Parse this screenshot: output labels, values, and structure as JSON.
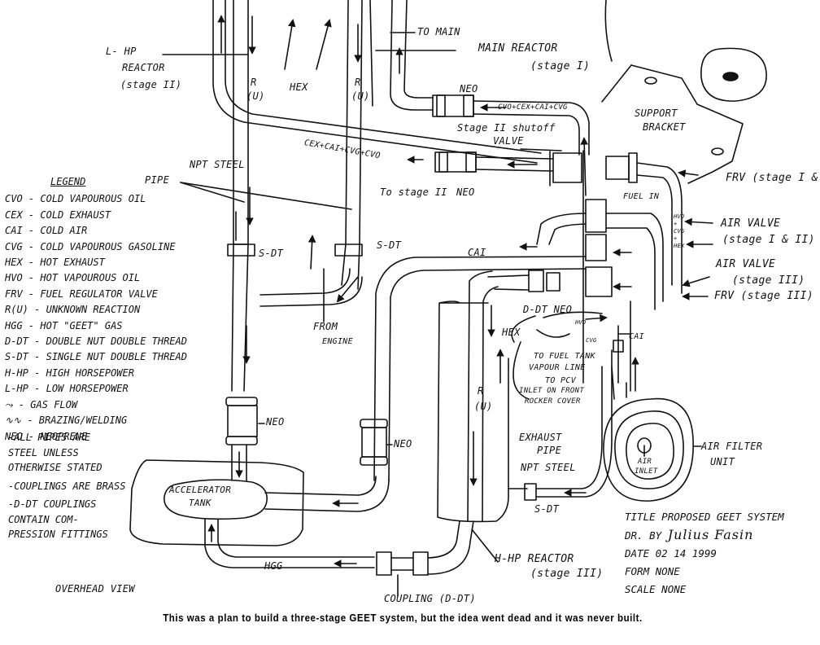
{
  "diagram": {
    "title": "Proposed GEET System",
    "view": "Overhead view",
    "caption": "This was a plan to build a three-stage GEET system, but the idea went dead and it was never built."
  },
  "legend": {
    "title": "Legend",
    "items": [
      {
        "abbr": "CVO",
        "meaning": "Cold vapourous oil"
      },
      {
        "abbr": "CEX",
        "meaning": "Cold exhaust"
      },
      {
        "abbr": "CAI",
        "meaning": "Cold air"
      },
      {
        "abbr": "CVG",
        "meaning": "Cold vapourous gasoline"
      },
      {
        "abbr": "HEX",
        "meaning": "Hot exhaust"
      },
      {
        "abbr": "HVO",
        "meaning": "Hot vapourous oil"
      },
      {
        "abbr": "FRV",
        "meaning": "Fuel regulator valve"
      },
      {
        "abbr": "R(u)",
        "meaning": "Unknown reaction"
      },
      {
        "abbr": "HGG",
        "meaning": "Hot \"GEET\" gas"
      },
      {
        "abbr": "D-DT",
        "meaning": "Double nut double thread"
      },
      {
        "abbr": "S-DT",
        "meaning": "Single nut double thread"
      },
      {
        "abbr": "H-HP",
        "meaning": "High horsepower"
      },
      {
        "abbr": "L-HP",
        "meaning": "Low horsepower"
      },
      {
        "abbr": "arrow-symbol",
        "meaning": "Gas flow"
      },
      {
        "abbr": "weld-symbol",
        "meaning": "Brazing/welding"
      },
      {
        "abbr": "NEO",
        "meaning": "Neoprene"
      }
    ]
  },
  "notes": [
    "-All pipes are\nsteel unless\notherwise stated",
    "-Couplings are brass",
    "-D-DT couplings\ncontain com-\npression fittings"
  ],
  "labels": {
    "lhp_reactor": "L- HP",
    "lhp_reactor_2": "Reactor",
    "lhp_stage": "(stage II)",
    "r_u_left": "R",
    "r_u_left_2": "(u)",
    "hex_top": "HEX",
    "r_u_right": "R",
    "r_u_right_2": "(u)",
    "to_main": "To main",
    "main_reactor": "Main reactor",
    "main_stage": "(stage I)",
    "neo_top": "NEO",
    "cvo_mix_top": "CVO+CEX+CAI+CVG",
    "shutoff": "Stage II shutoff",
    "shutoff_2": "valve",
    "support_bracket": "Support",
    "support_bracket_2": "bracket",
    "cex_mix": "CEX+CAI+CVG+CVO",
    "to_stage2": "To stage II",
    "neo_mid": "NEO",
    "npt_pipe": "NPT steel",
    "npt_pipe_2": "pipe",
    "fuel_in": "Fuel in",
    "frv_12": "FRV (stage I & II)",
    "air_valve_12": "Air valve",
    "air_valve_12_stage": "(stage I & II)",
    "air_valve_3": "Air valve",
    "air_valve_3_stage": "(stage III)",
    "frv_3": "FRV (stage III)",
    "hvo_cvg_hex": "HVO + CVG + HEX",
    "sdt_left": "S-DT",
    "sdt_right": "S-DT",
    "cai_top": "CAI",
    "from_engine": "From",
    "from_engine_2": "engine",
    "ddt_neo": "D-DT NEO",
    "hvo_small": "HVO",
    "cvg_small": "CVG",
    "hex_mid": "HEX",
    "cai_right": "CAI",
    "to_fuel_tank": "To fuel tank",
    "to_fuel_tank_2": "vapour line",
    "to_pcv": "To PCV",
    "to_pcv_2": "inlet on front",
    "to_pcv_3": "rocker cover",
    "r_u_low": "R",
    "r_u_low_2": "(u)",
    "neo_left": "NEO",
    "neo_right": "NEO",
    "accelerator": "Accelerator",
    "accelerator_2": "tank",
    "exhaust_pipe": "Exhaust",
    "exhaust_pipe_2": "pipe",
    "npt_steel_low": "NPT steel",
    "sdt_low": "S-DT",
    "air_filter": "Air filter",
    "air_filter_2": "unit",
    "air_inlet": "Air",
    "air_inlet_2": "inlet",
    "hhp_reactor": "H-HP reactor",
    "hhp_stage": "(stage III)",
    "hgg": "HGG",
    "coupling": "Coupling (D-DT)",
    "overhead": "Overhead view"
  },
  "title_block": {
    "title_label": "Title",
    "title_value": "Proposed GEET system",
    "drawn_by_label": "Dr. by",
    "drawn_by_value": "Julius Fasin",
    "date_label": "Date",
    "date_value": "02 14 1999",
    "form_label": "Form",
    "form_value": "None",
    "scale_label": "Scale",
    "scale_value": "None"
  }
}
